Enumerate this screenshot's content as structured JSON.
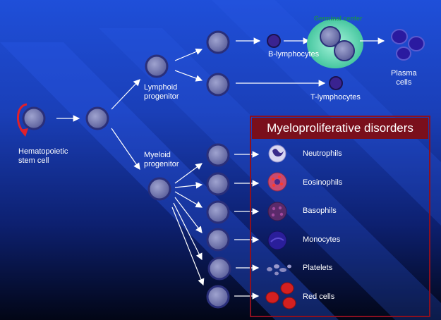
{
  "labels": {
    "stem_cell": [
      "Hematopoietic",
      "stem cell"
    ],
    "lymphoid": [
      "Lymphoid",
      "progenitor"
    ],
    "myeloid": [
      "Myeloid",
      "progenitor"
    ],
    "b_lymphocytes": "B-lymphocytes",
    "t_lymphocytes": "T-lymphocytes",
    "plasma_cells": [
      "Plasma",
      "cells"
    ],
    "germinal_center": "Germinal center"
  },
  "panel": {
    "title": "Myeloproliferative disorders",
    "items": [
      "Neutrophils",
      "Eosinophils",
      "Basophils",
      "Monocytes",
      "Platelets",
      "Red cells"
    ]
  },
  "colors": {
    "panel_border": "#8c1020",
    "panel_title_bg": "#7a0f1c",
    "cell_body": "#6c6fa8",
    "cell_edge": "#2a2f7a",
    "germinal_halo": "#6be0c0",
    "eosinophil_granules": "#e02a2a",
    "red_cell": "#d42020"
  }
}
